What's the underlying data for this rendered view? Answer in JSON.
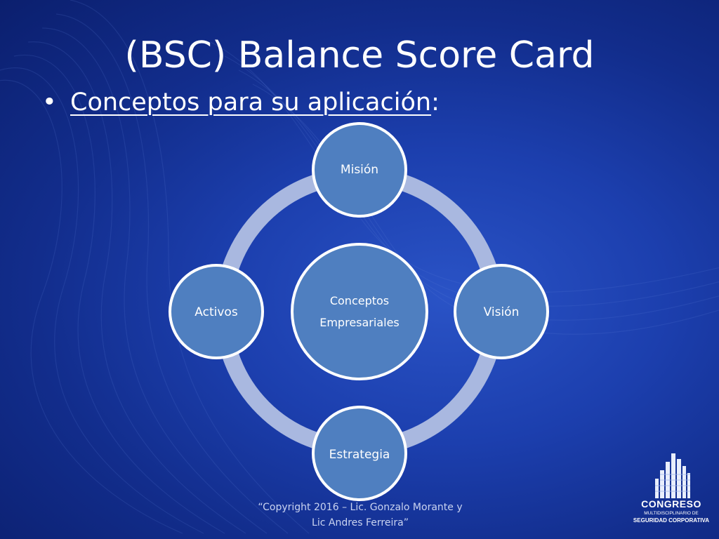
{
  "slide": {
    "title": "(BSC) Balance Score Card",
    "bullet_symbol": "•",
    "bullet_text": "Conceptos para su aplicación",
    "bullet_suffix": ":"
  },
  "diagram": {
    "center": {
      "line1": "Conceptos",
      "line2": "Empresariales"
    },
    "nodes": {
      "top": "Misión",
      "right": "Visión",
      "bottom": "Estrategia",
      "left": "Activos"
    },
    "colors": {
      "ring": "#a9b8e0",
      "node_fill": "#4f7fc0",
      "node_stroke": "#ffffff"
    }
  },
  "footer": {
    "line1": "“Copyright 2016 – Lic. Gonzalo Morante y",
    "line2": "Lic Andres Ferreira”"
  },
  "logo": {
    "line1": "CONGRESO",
    "line2": "MULTIDISCIPLINARIO DE",
    "line3": "SEGURIDAD CORPORATIVA"
  }
}
